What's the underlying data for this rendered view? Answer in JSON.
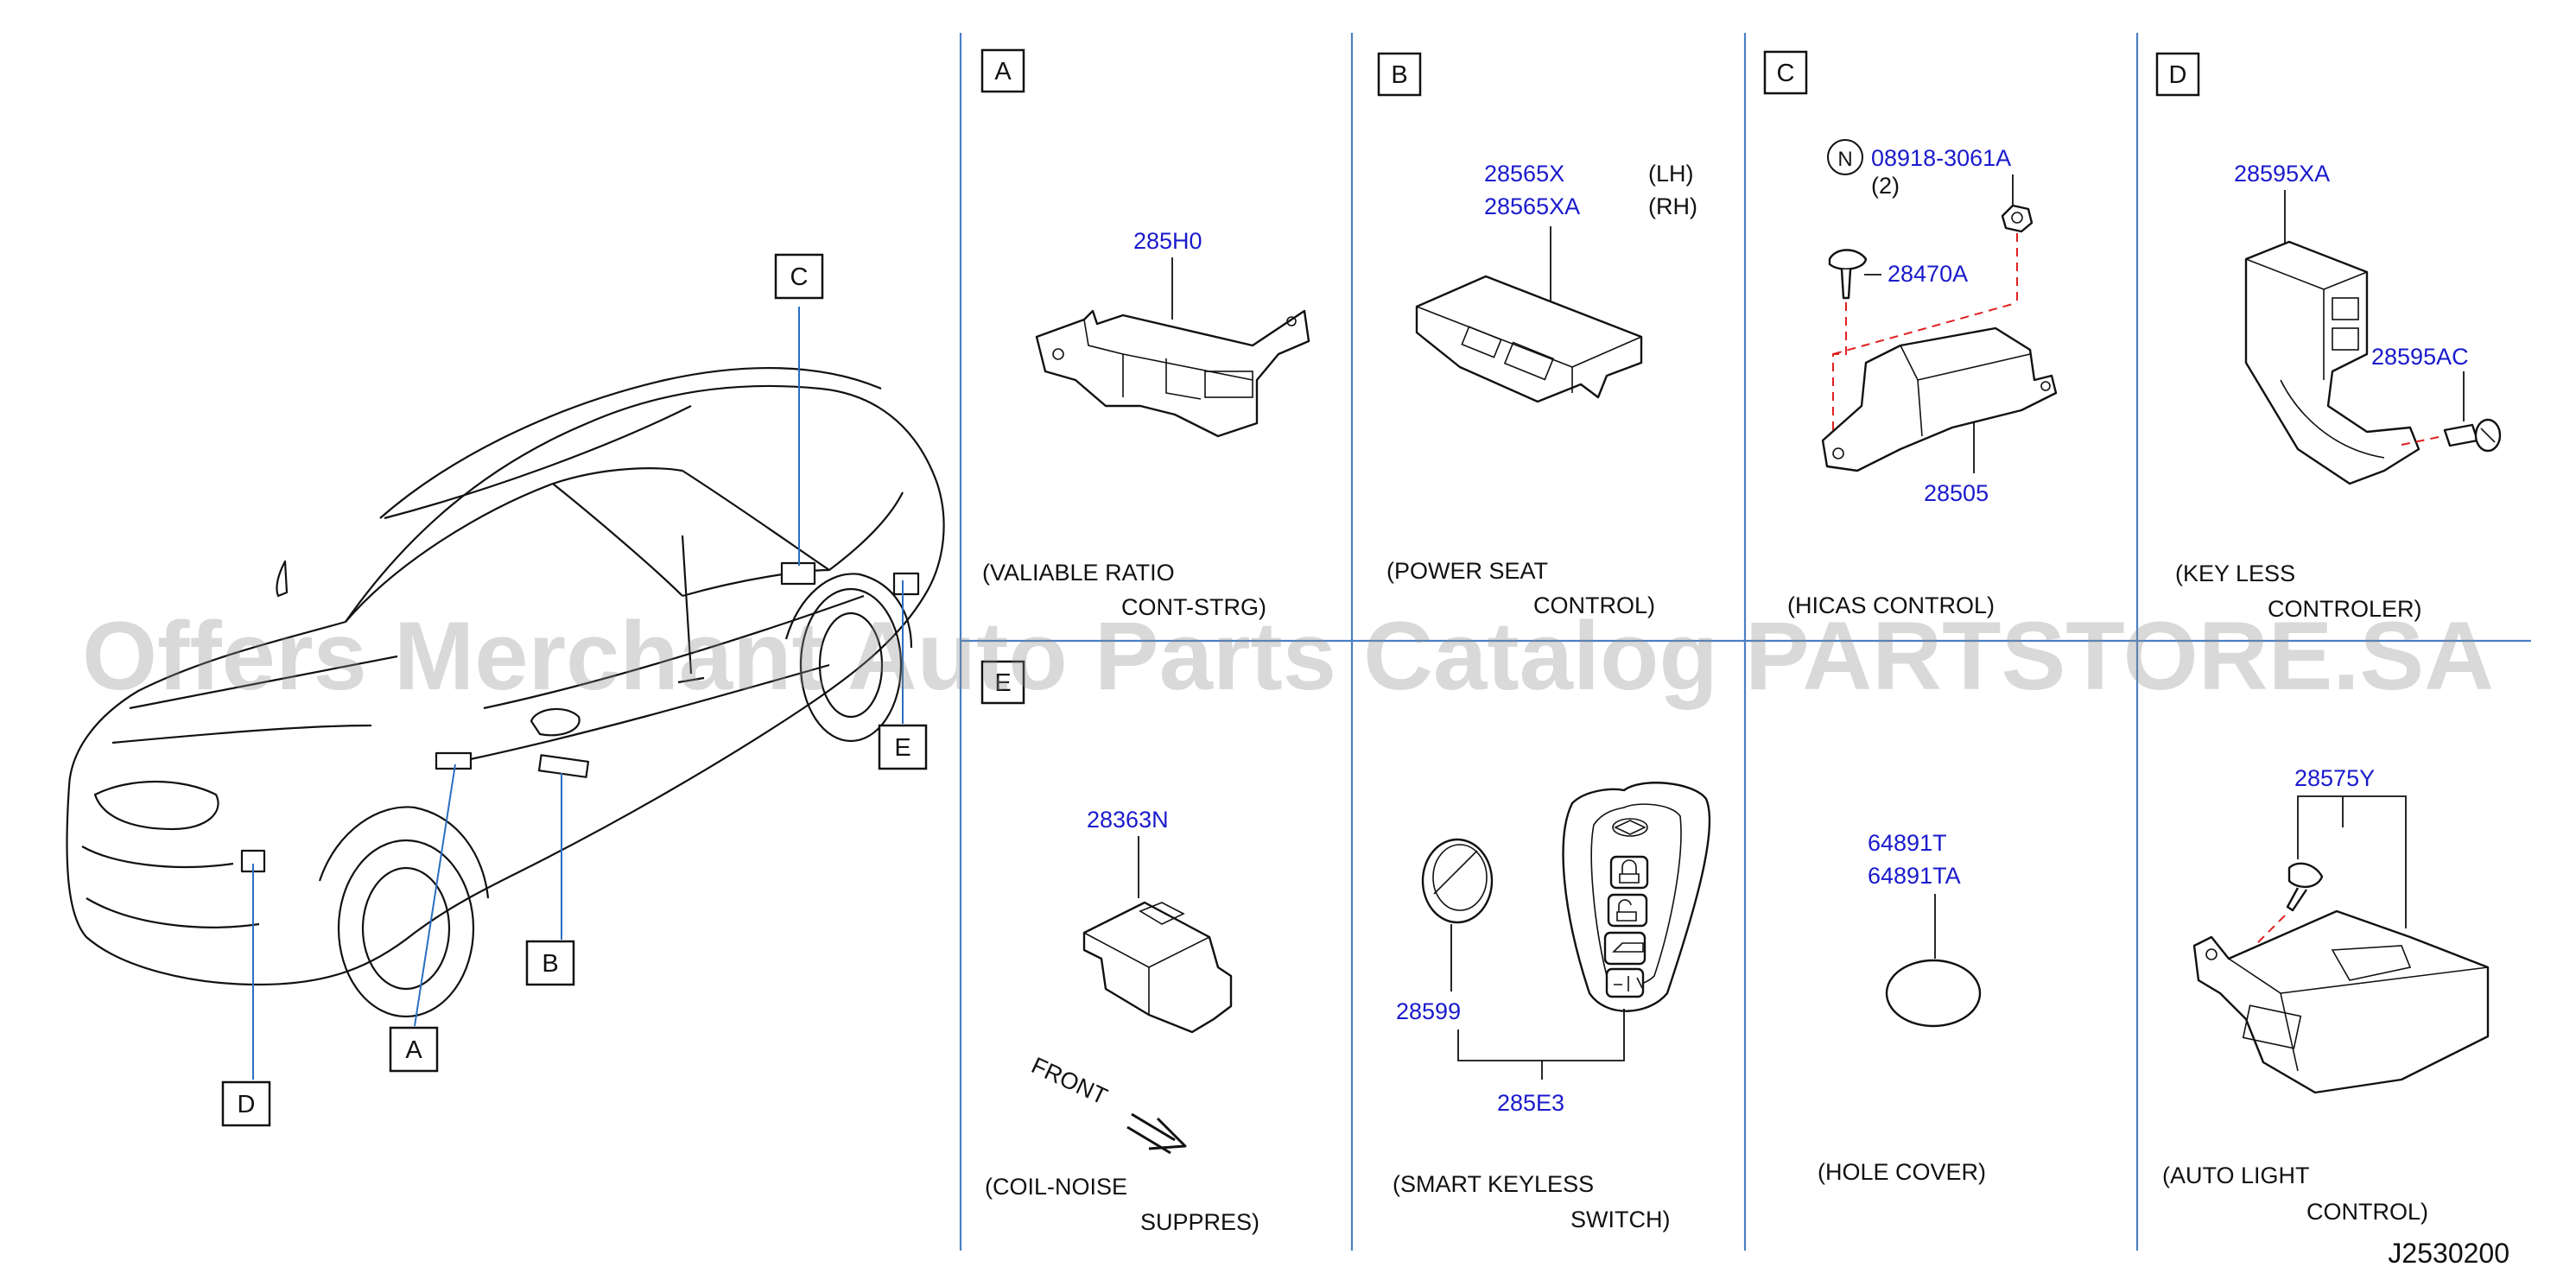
{
  "watermark": "Offers Merchant Auto Parts Catalog PARTSTORE.SA",
  "diagram_code": "J2530200",
  "colors": {
    "part_number": "#1a1acc",
    "grid": "#4a7fc4",
    "dashed_leader": "#e02020",
    "watermark": "#8c8c8c"
  },
  "vehicle_callouts": [
    "A",
    "B",
    "C",
    "D",
    "E"
  ],
  "panels": {
    "A": {
      "letter": "A",
      "part_numbers": [
        "285H0"
      ],
      "caption": [
        "(VALIABLE   RATIO",
        "CONT-STRG)"
      ]
    },
    "B": {
      "letter": "B",
      "part_numbers": [
        "28565X",
        "28565XA"
      ],
      "sides": [
        "(LH)",
        "(RH)"
      ],
      "caption": [
        "(POWER   SEAT",
        "CONTROL)"
      ]
    },
    "C": {
      "letter": "C",
      "nut_symbol": "N",
      "part_numbers": [
        "08918-3061A",
        "28470A",
        "28505"
      ],
      "qty": "(2)",
      "caption": [
        "(HICAS   CONTROL)"
      ]
    },
    "D": {
      "letter": "D",
      "part_numbers": [
        "28595XA",
        "28595AC"
      ],
      "caption": [
        "(KEY   LESS",
        "CONTROLER)"
      ]
    },
    "E": {
      "letter": "E",
      "part_numbers": [
        "28363N"
      ],
      "front_label": "FRONT",
      "caption": [
        "(COIL-NOISE",
        "SUPPRES)"
      ]
    },
    "F": {
      "part_numbers": [
        "28599",
        "285E3"
      ],
      "caption": [
        "(SMART   KEYLESS",
        "SWITCH)"
      ]
    },
    "G": {
      "part_numbers": [
        "64891T",
        "64891TA"
      ],
      "caption": [
        "(HOLE   COVER)"
      ]
    },
    "H": {
      "part_numbers": [
        "28575Y"
      ],
      "caption": [
        "(AUTO   LIGHT",
        "CONTROL)"
      ]
    }
  }
}
